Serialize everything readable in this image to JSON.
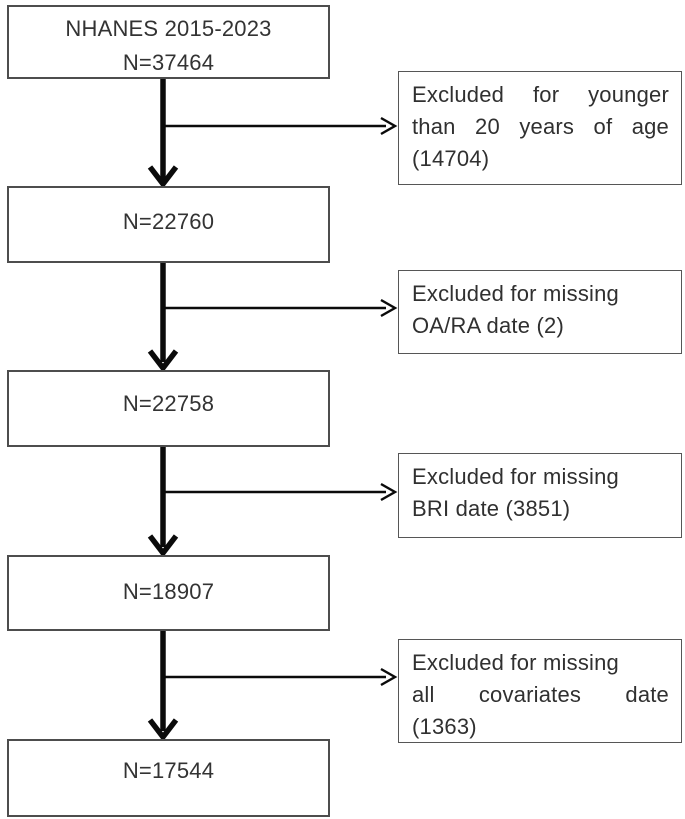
{
  "flow": {
    "steps": [
      {
        "line1": "NHANES 2015-2023",
        "line2": "N=37464"
      },
      {
        "line1": "N=22760"
      },
      {
        "line1": "N=22758"
      },
      {
        "line1": "N=18907"
      },
      {
        "line1": "N=17544"
      }
    ],
    "exclusions": [
      {
        "lines": [
          "Excluded for younger",
          "than 20 years of age",
          "(14704)"
        ]
      },
      {
        "lines": [
          "Excluded for missing",
          "OA/RA date (2)"
        ]
      },
      {
        "lines": [
          "Excluded for missing",
          "BRI date (3851)"
        ]
      },
      {
        "lines": [
          "Excluded for missing",
          "all covariates date",
          "(1363)"
        ]
      }
    ],
    "colors": {
      "box_border": "#4d4d4d",
      "text": "#333333",
      "arrow": "#0b0b0b",
      "background": "#ffffff"
    }
  }
}
